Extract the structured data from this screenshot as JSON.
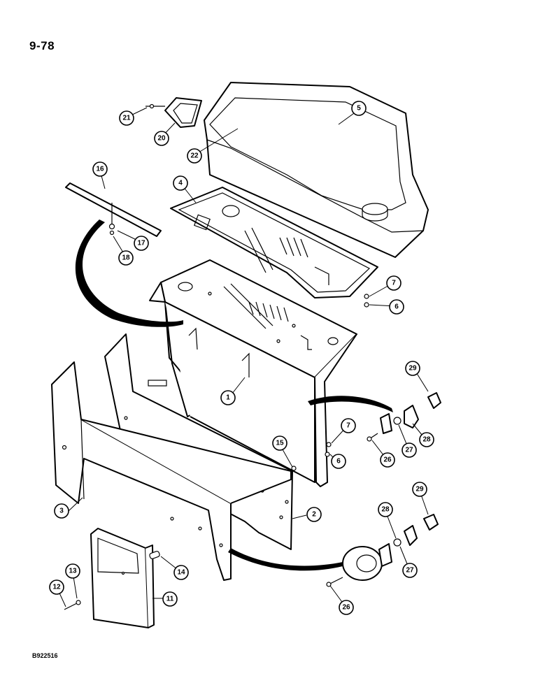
{
  "page_number": "9-78",
  "figure_code": "B922516",
  "callouts": [
    "1",
    "2",
    "3",
    "4",
    "5",
    "6",
    "6",
    "7",
    "7",
    "11",
    "12",
    "13",
    "14",
    "15",
    "16",
    "17",
    "18",
    "20",
    "21",
    "22",
    "26",
    "26",
    "27",
    "27",
    "28",
    "28",
    "29",
    "29"
  ]
}
